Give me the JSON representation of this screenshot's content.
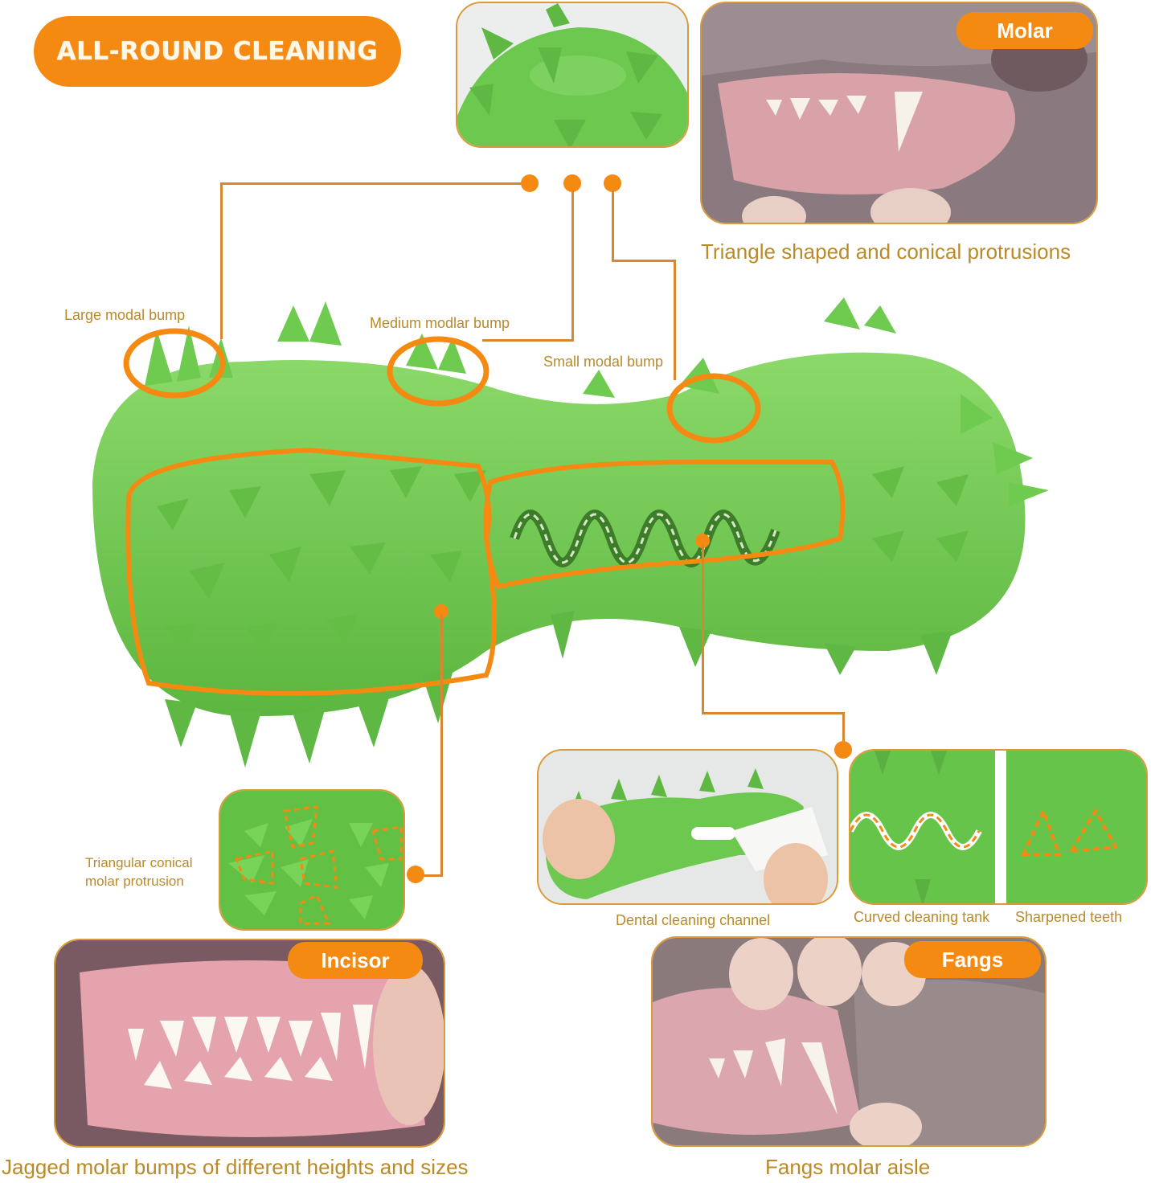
{
  "header": {
    "title": "ALL-ROUND CLEANING"
  },
  "badges": {
    "molar": "Molar",
    "incisor": "Incisor",
    "fangs": "Fangs"
  },
  "captions": {
    "molar_photo": "Triangle shaped and conical protrusions",
    "incisor_photo": "Jagged molar bumps of different heights and sizes",
    "fangs_photo": "Fangs molar aisle",
    "dental_channel": "Dental cleaning channel",
    "curved_tank": "Curved cleaning tank",
    "sharpened_teeth": "Sharpened teeth",
    "triangular_protrusion": "Triangular conical molar protrusion"
  },
  "callouts": {
    "large_bump": "Large modal bump",
    "medium_bump": "Medium modlar bump",
    "small_bump": "Small modal bump"
  },
  "colors": {
    "accent_orange": "#f58a12",
    "caption_gold": "#b98a2a",
    "toy_green": "#6cc24a",
    "panel_border": "#d99a3a"
  },
  "icons": {
    "callout_dot": "orange-dot",
    "highlight_ring": "orange-circle-outline"
  }
}
